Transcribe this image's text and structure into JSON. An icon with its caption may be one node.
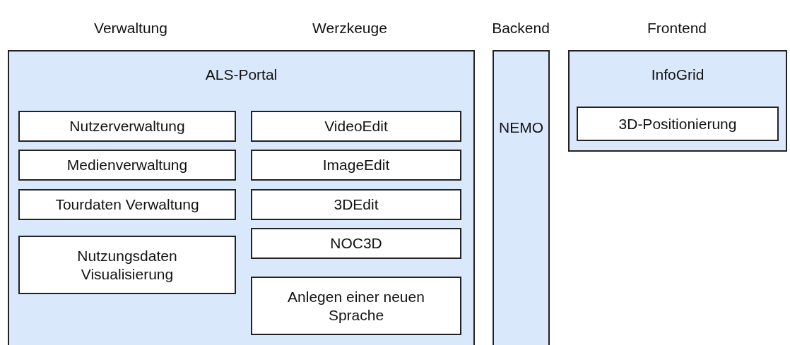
{
  "diagram": {
    "nodes": [
      {
        "text": [
          "ALS-Portal"
        ]
      },
      {
        "text": [
          "Nutzerverwaltung"
        ],
        "in": 0
      },
      {
        "text": [
          "Medienverwaltung"
        ],
        "in": 0
      },
      {
        "text": [
          "Tourdaten Verwaltung"
        ],
        "in": 0
      },
      {
        "text": [
          "Nutzungsdaten Visualisierung"
        ],
        "in": 0
      },
      {
        "text": [
          "VideoEdit"
        ],
        "in": 0
      },
      {
        "text": [
          "ImageEdit"
        ],
        "in": 0
      },
      {
        "text": [
          "3DEdit"
        ],
        "in": 0
      },
      {
        "text": [
          "NOC3D"
        ],
        "in": 0
      },
      {
        "text": [
          "Anlegen einer neuen Sprache"
        ],
        "in": 0
      },
      {
        "text": [
          "NEMO"
        ]
      },
      {
        "text": [
          "InfoGrid"
        ]
      },
      {
        "text": [
          "3D-Positionierung"
        ],
        "in": 11
      }
    ],
    "labels": [
      "Verwaltung",
      "Werzkeuge",
      "Backend",
      "Frontend"
    ]
  }
}
